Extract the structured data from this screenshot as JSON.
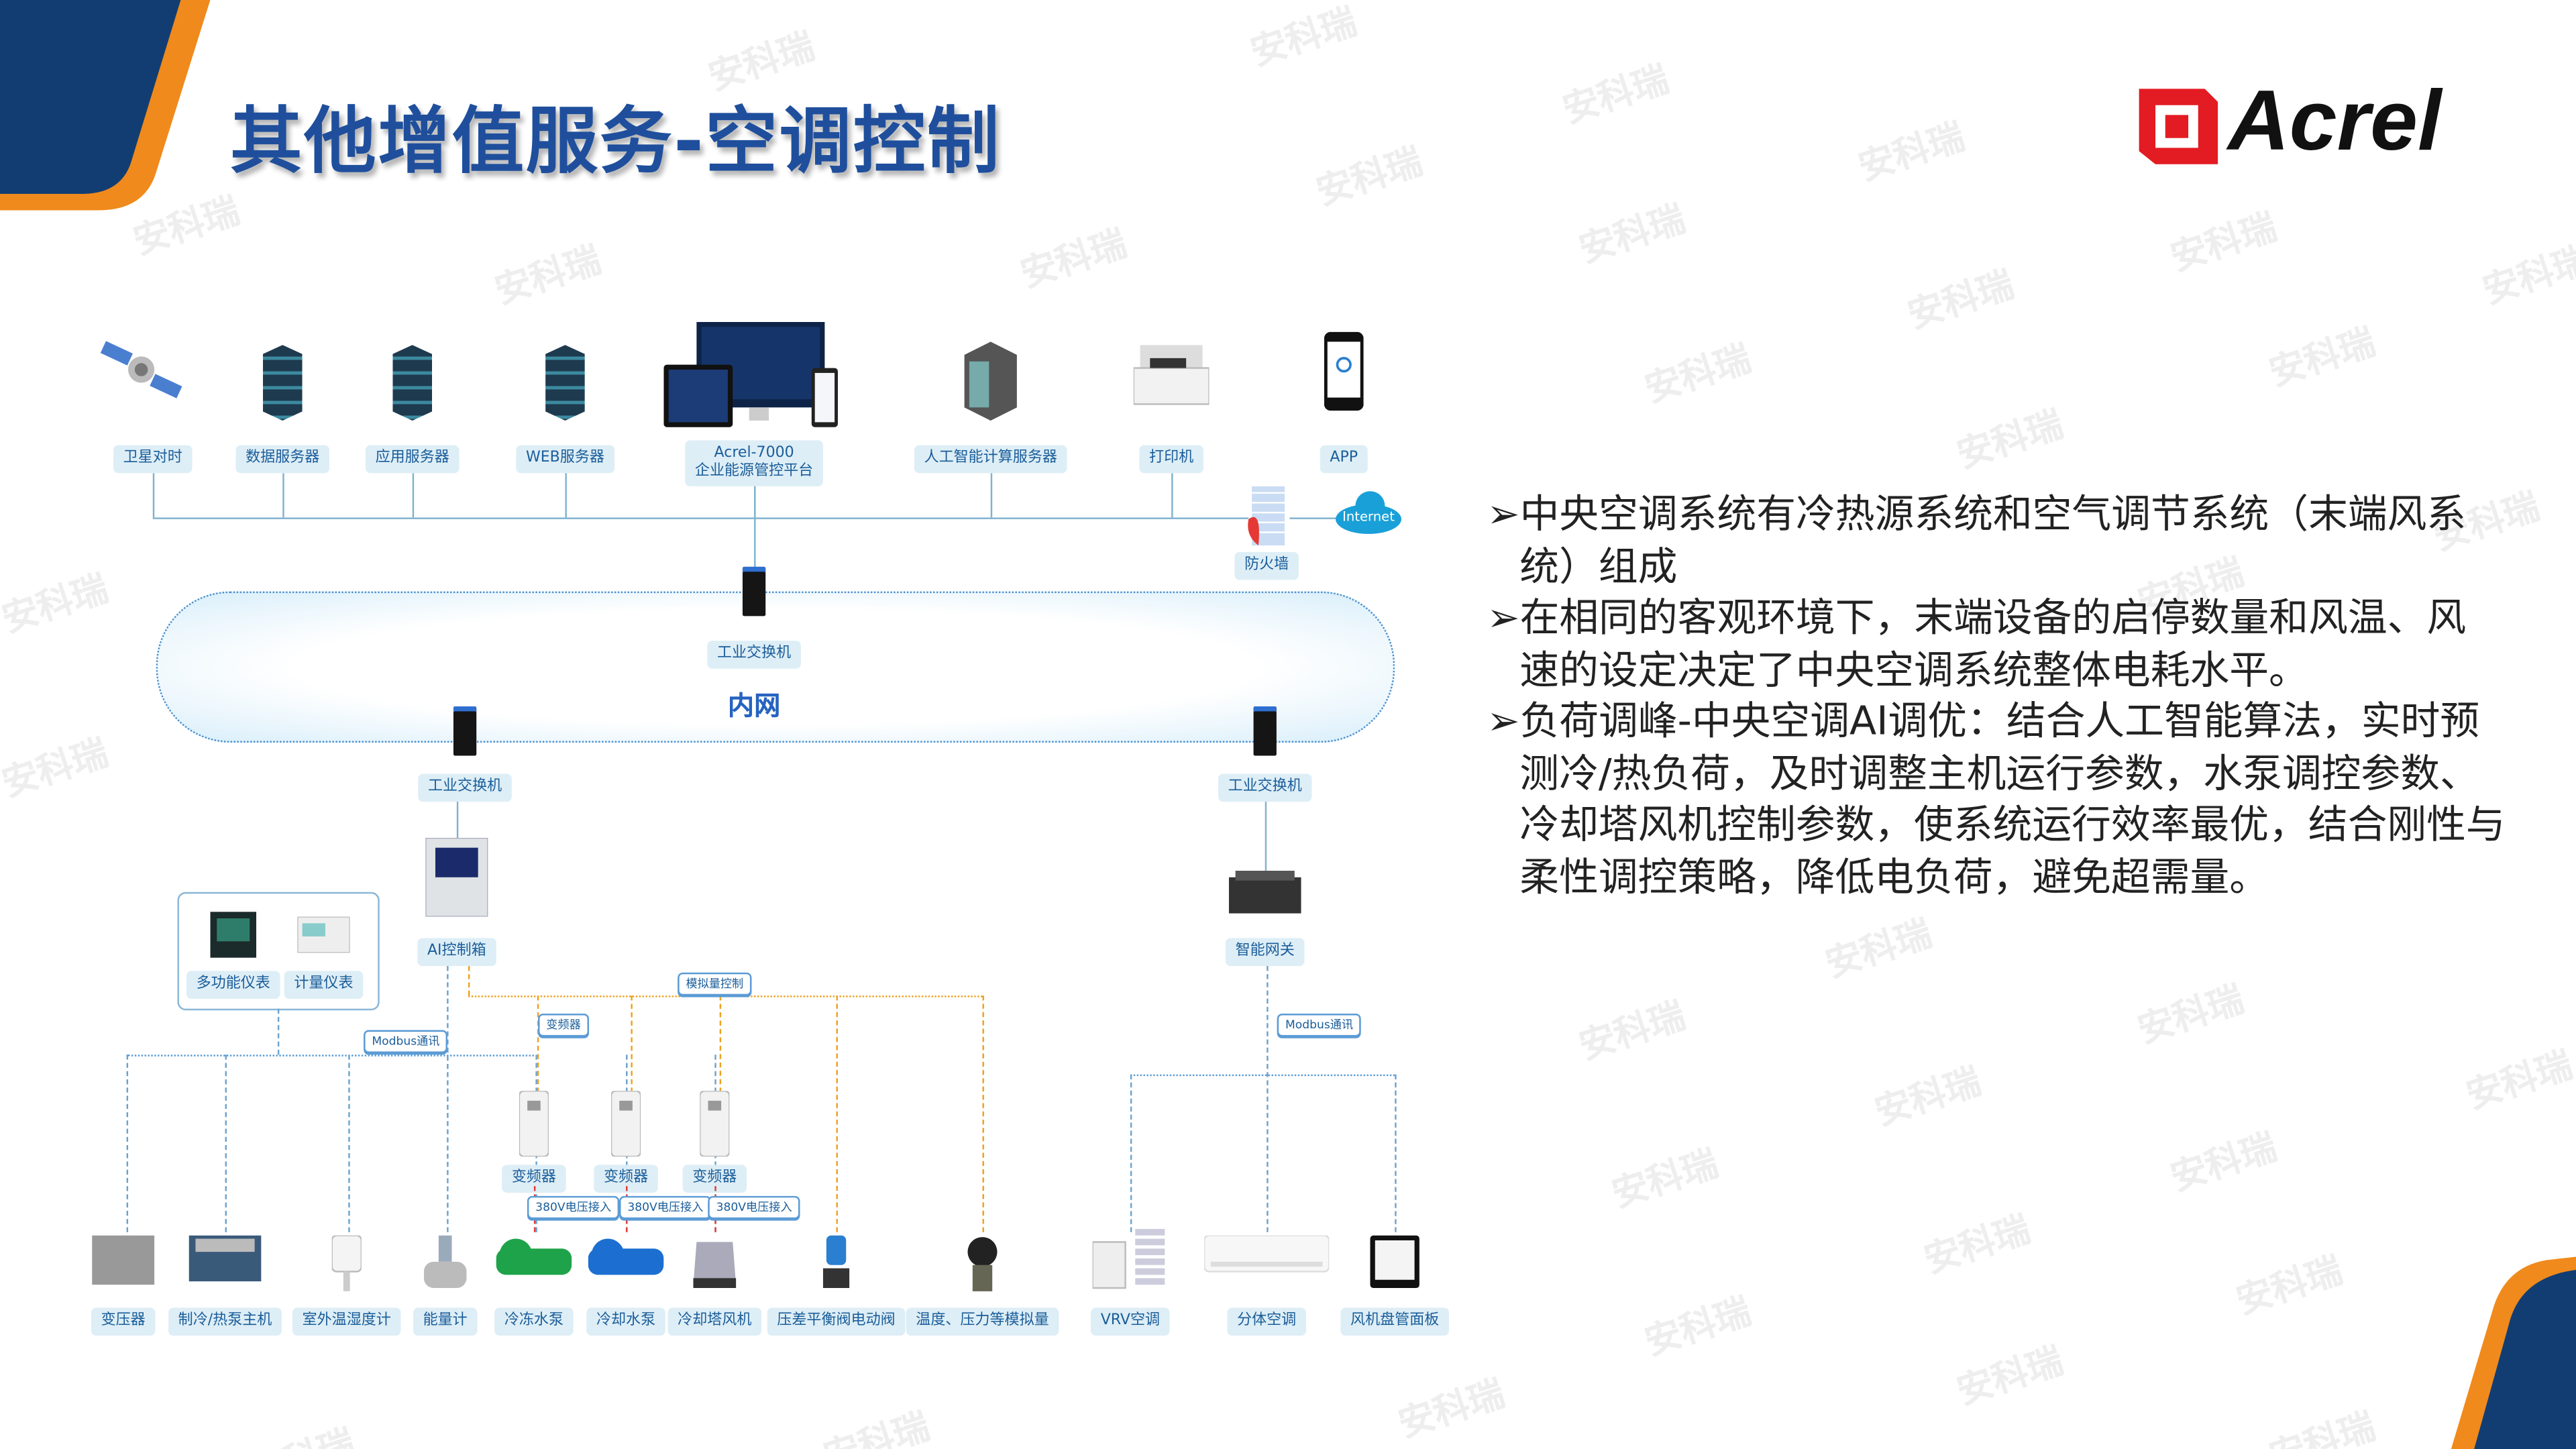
{
  "title": "其他增值服务-空调控制",
  "logo": {
    "text": "Acrel",
    "brand_color": "#e31b23"
  },
  "watermark": "安科瑞",
  "colors": {
    "navy": "#123d73",
    "orange": "#f08a1c",
    "title": "#1f4f9c",
    "label_bg": "#deeef6"
  },
  "top_devices": [
    {
      "label": "卫星对时",
      "icon": "satellite-icon"
    },
    {
      "label": "数据服务器",
      "icon": "server-icon"
    },
    {
      "label": "应用服务器",
      "icon": "server-icon"
    },
    {
      "label": "WEB服务器",
      "icon": "server-icon"
    },
    {
      "label": "Acrel-7000",
      "label2": "企业能源管控平台",
      "icon": "monitor-icon"
    },
    {
      "label": "人工智能计算服务器",
      "icon": "ai-server-icon"
    },
    {
      "label": "打印机",
      "icon": "printer-icon"
    },
    {
      "label": "APP",
      "icon": "phone-icon"
    }
  ],
  "firewall": {
    "label": "防火墙"
  },
  "internet": {
    "label": "Internet"
  },
  "intranet": {
    "label": "内网"
  },
  "switches": [
    {
      "label": "工业交换机"
    },
    {
      "label": "工业交换机"
    },
    {
      "label": "工业交换机"
    }
  ],
  "ai_box": {
    "label": "AI控制箱"
  },
  "gateway": {
    "label": "智能网关"
  },
  "meters": [
    {
      "label": "多功能仪表"
    },
    {
      "label": "计量仪表"
    }
  ],
  "tags": {
    "analog_control": "模拟量控制",
    "inverter": "变频器",
    "modbus_left": "Modbus通讯",
    "modbus_right": "Modbus通讯",
    "voltage": [
      "380V电压接入",
      "380V电压接入",
      "380V电压接入"
    ]
  },
  "inverters": [
    {
      "label": "变频器"
    },
    {
      "label": "变频器"
    },
    {
      "label": "变频器"
    }
  ],
  "bottom_devices": [
    {
      "label": "变压器"
    },
    {
      "label": "制冷/热泵主机"
    },
    {
      "label": "室外温湿度计"
    },
    {
      "label": "能量计"
    },
    {
      "label": "冷冻水泵"
    },
    {
      "label": "冷却水泵"
    },
    {
      "label": "冷却塔风机"
    },
    {
      "label": "压差平衡阀电动阀"
    },
    {
      "label": "温度、压力等模拟量"
    },
    {
      "label": "VRV空调"
    },
    {
      "label": "分体空调"
    },
    {
      "label": "风机盘管面板"
    }
  ],
  "bullets": [
    "中央空调系统有冷热源系统和空气调节系统（末端风系统）组成",
    "在相同的客观环境下，末端设备的启停数量和风温、风速的设定决定了中央空调系统整体电耗水平。",
    "负荷调峰-中央空调AI调优：结合人工智能算法，实时预测冷/热负荷，及时调整主机运行参数，水泵调控参数、冷却塔风机控制参数，使系统运行效率最优，结合刚性与柔性调控策略，降低电负荷，避免超需量。"
  ]
}
